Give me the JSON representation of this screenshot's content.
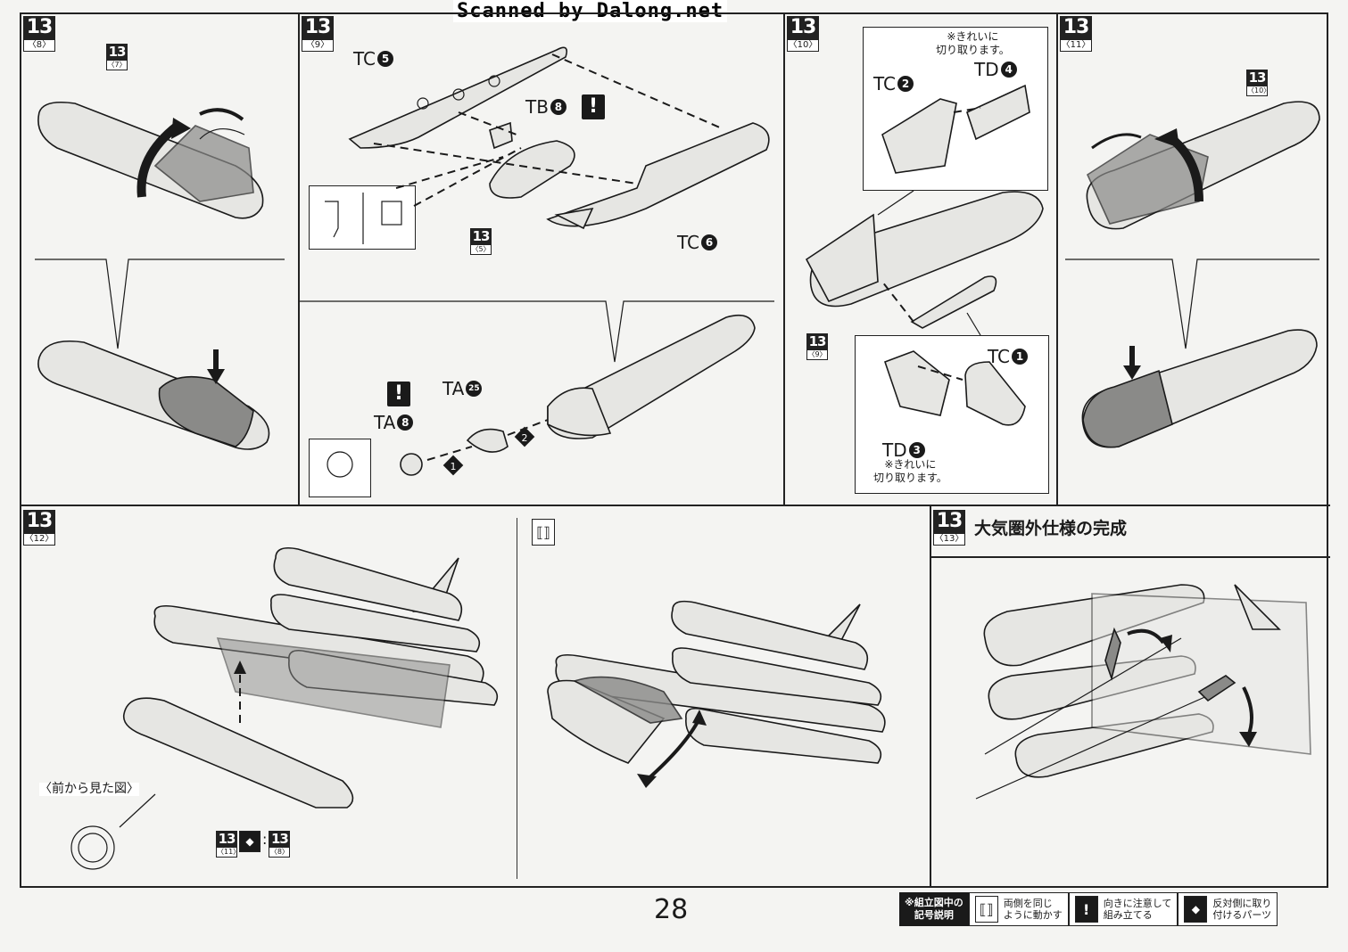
{
  "watermark": "Scanned by Dalong.net",
  "page_number": "28",
  "panels": {
    "p8": {
      "step": "13",
      "sub": "〈8〉",
      "ref_step": "13",
      "ref_sub": "〈7〉"
    },
    "p9": {
      "step": "13",
      "sub": "〈9〉",
      "ref_step": "13",
      "ref_sub": "〈5〉",
      "labels": {
        "tc5": "TC",
        "tc5_n": "5",
        "tb8": "TB",
        "tb8_n": "8",
        "tc6": "TC",
        "tc6_n": "6",
        "ta25": "TA",
        "ta25_n": "25",
        "ta8": "TA",
        "ta8_n": "8",
        "order1": "1",
        "order2": "2"
      },
      "excl": "!"
    },
    "p10": {
      "step": "13",
      "sub": "〈10〉",
      "ref_step": "13",
      "ref_sub": "〈9〉",
      "labels": {
        "tc2": "TC",
        "tc2_n": "2",
        "td4": "TD",
        "td4_n": "4",
        "tc1": "TC",
        "tc1_n": "1",
        "td3": "TD",
        "td3_n": "3"
      },
      "note_top": "※きれいに\n切り取ります。",
      "note_bottom": "※きれいに\n切り取ります。"
    },
    "p11": {
      "step": "13",
      "sub": "〈11〉",
      "ref_step": "13",
      "ref_sub": "〈10〉"
    },
    "p12": {
      "step": "13",
      "sub": "〈12〉",
      "front_view": "〈前から見た図〉",
      "ref_a_step": "13",
      "ref_a_sub": "〈11〉",
      "ref_b_step": "13",
      "ref_b_sub": "〈8〉",
      "colon": ":"
    },
    "p13": {
      "step": "13",
      "sub": "〈13〉",
      "title": "大気圏外仕様の完成"
    }
  },
  "legend": {
    "key": "※組立図中の\n記号説明",
    "items": [
      {
        "icon": "symmetric-icon",
        "text": "両側を同じ\nように動かす"
      },
      {
        "icon": "caution-icon",
        "glyph": "!",
        "text": "向きに注意して\n組み立てる"
      },
      {
        "icon": "both-sides-icon",
        "text": "反対側に取り\n付けるパーツ"
      }
    ]
  }
}
